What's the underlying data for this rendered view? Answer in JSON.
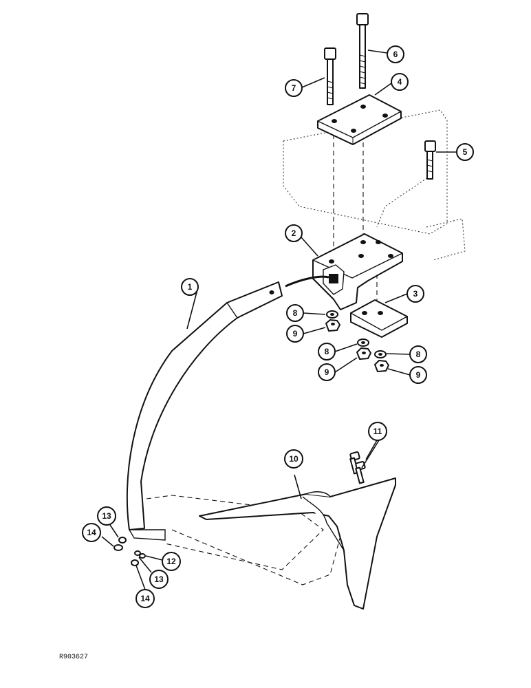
{
  "diagram": {
    "callouts": [
      {
        "id": "c1",
        "label": "1"
      },
      {
        "id": "c2",
        "label": "2"
      },
      {
        "id": "c3",
        "label": "3"
      },
      {
        "id": "c4",
        "label": "4"
      },
      {
        "id": "c5",
        "label": "5"
      },
      {
        "id": "c6",
        "label": "6"
      },
      {
        "id": "c7",
        "label": "7"
      },
      {
        "id": "c8a",
        "label": "8"
      },
      {
        "id": "c9a",
        "label": "9"
      },
      {
        "id": "c8b",
        "label": "8"
      },
      {
        "id": "c9b",
        "label": "9"
      },
      {
        "id": "c8c",
        "label": "8"
      },
      {
        "id": "c9c",
        "label": "9"
      },
      {
        "id": "c10",
        "label": "10"
      },
      {
        "id": "c11",
        "label": "11"
      },
      {
        "id": "c12",
        "label": "12"
      },
      {
        "id": "c13a",
        "label": "13"
      },
      {
        "id": "c13b",
        "label": "13"
      },
      {
        "id": "c14a",
        "label": "14"
      },
      {
        "id": "c14b",
        "label": "14"
      }
    ],
    "figure_code": "R903627"
  }
}
